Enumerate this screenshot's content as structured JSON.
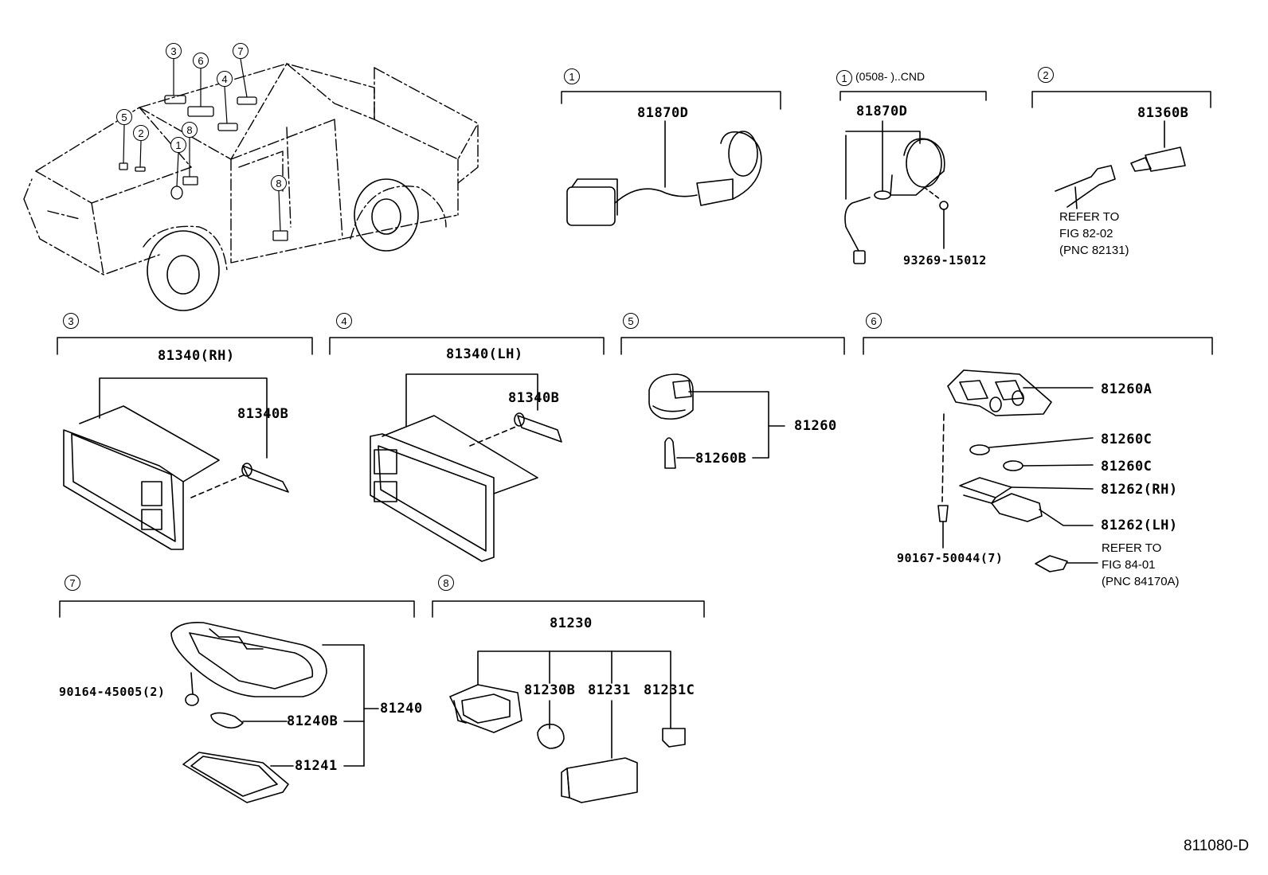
{
  "labels": {
    "p81870d_a": "81870D",
    "p81870d_b": "81870D",
    "p81870d_b_note": "(0508-        )..CND",
    "p93269": "93269-15012",
    "p81360b": "81360B",
    "refer1": [
      "REFER TO",
      "FIG 82-02",
      "(PNC 82131)"
    ],
    "p81340_rh": "81340(RH)",
    "p81340b_rh": "81340B",
    "p81340_lh": "81340(LH)",
    "p81340b_lh": "81340B",
    "p81260": "81260",
    "p81260b": "81260B",
    "p81260a": "81260A",
    "p81260c_1": "81260C",
    "p81260c_2": "81260C",
    "p81262_rh": "81262(RH)",
    "p81262_lh": "81262(LH)",
    "p90167": "90167-50044(7)",
    "refer2": [
      "REFER TO",
      "FIG 84-01",
      "(PNC 84170A)"
    ],
    "p90164": "90164-45005(2)",
    "p81240": "81240",
    "p81240b": "81240B",
    "p81241": "81241",
    "p81230": "81230",
    "p81230b": "81230B",
    "p81231": "81231",
    "p81231c": "81231C"
  },
  "section_numbers": [
    "1",
    "1",
    "2",
    "3",
    "4",
    "5",
    "6",
    "7",
    "8"
  ],
  "truck_callouts": [
    "3",
    "6",
    "7",
    "4",
    "5",
    "2",
    "8",
    "1",
    "8"
  ],
  "diagram_id": "811080-D"
}
